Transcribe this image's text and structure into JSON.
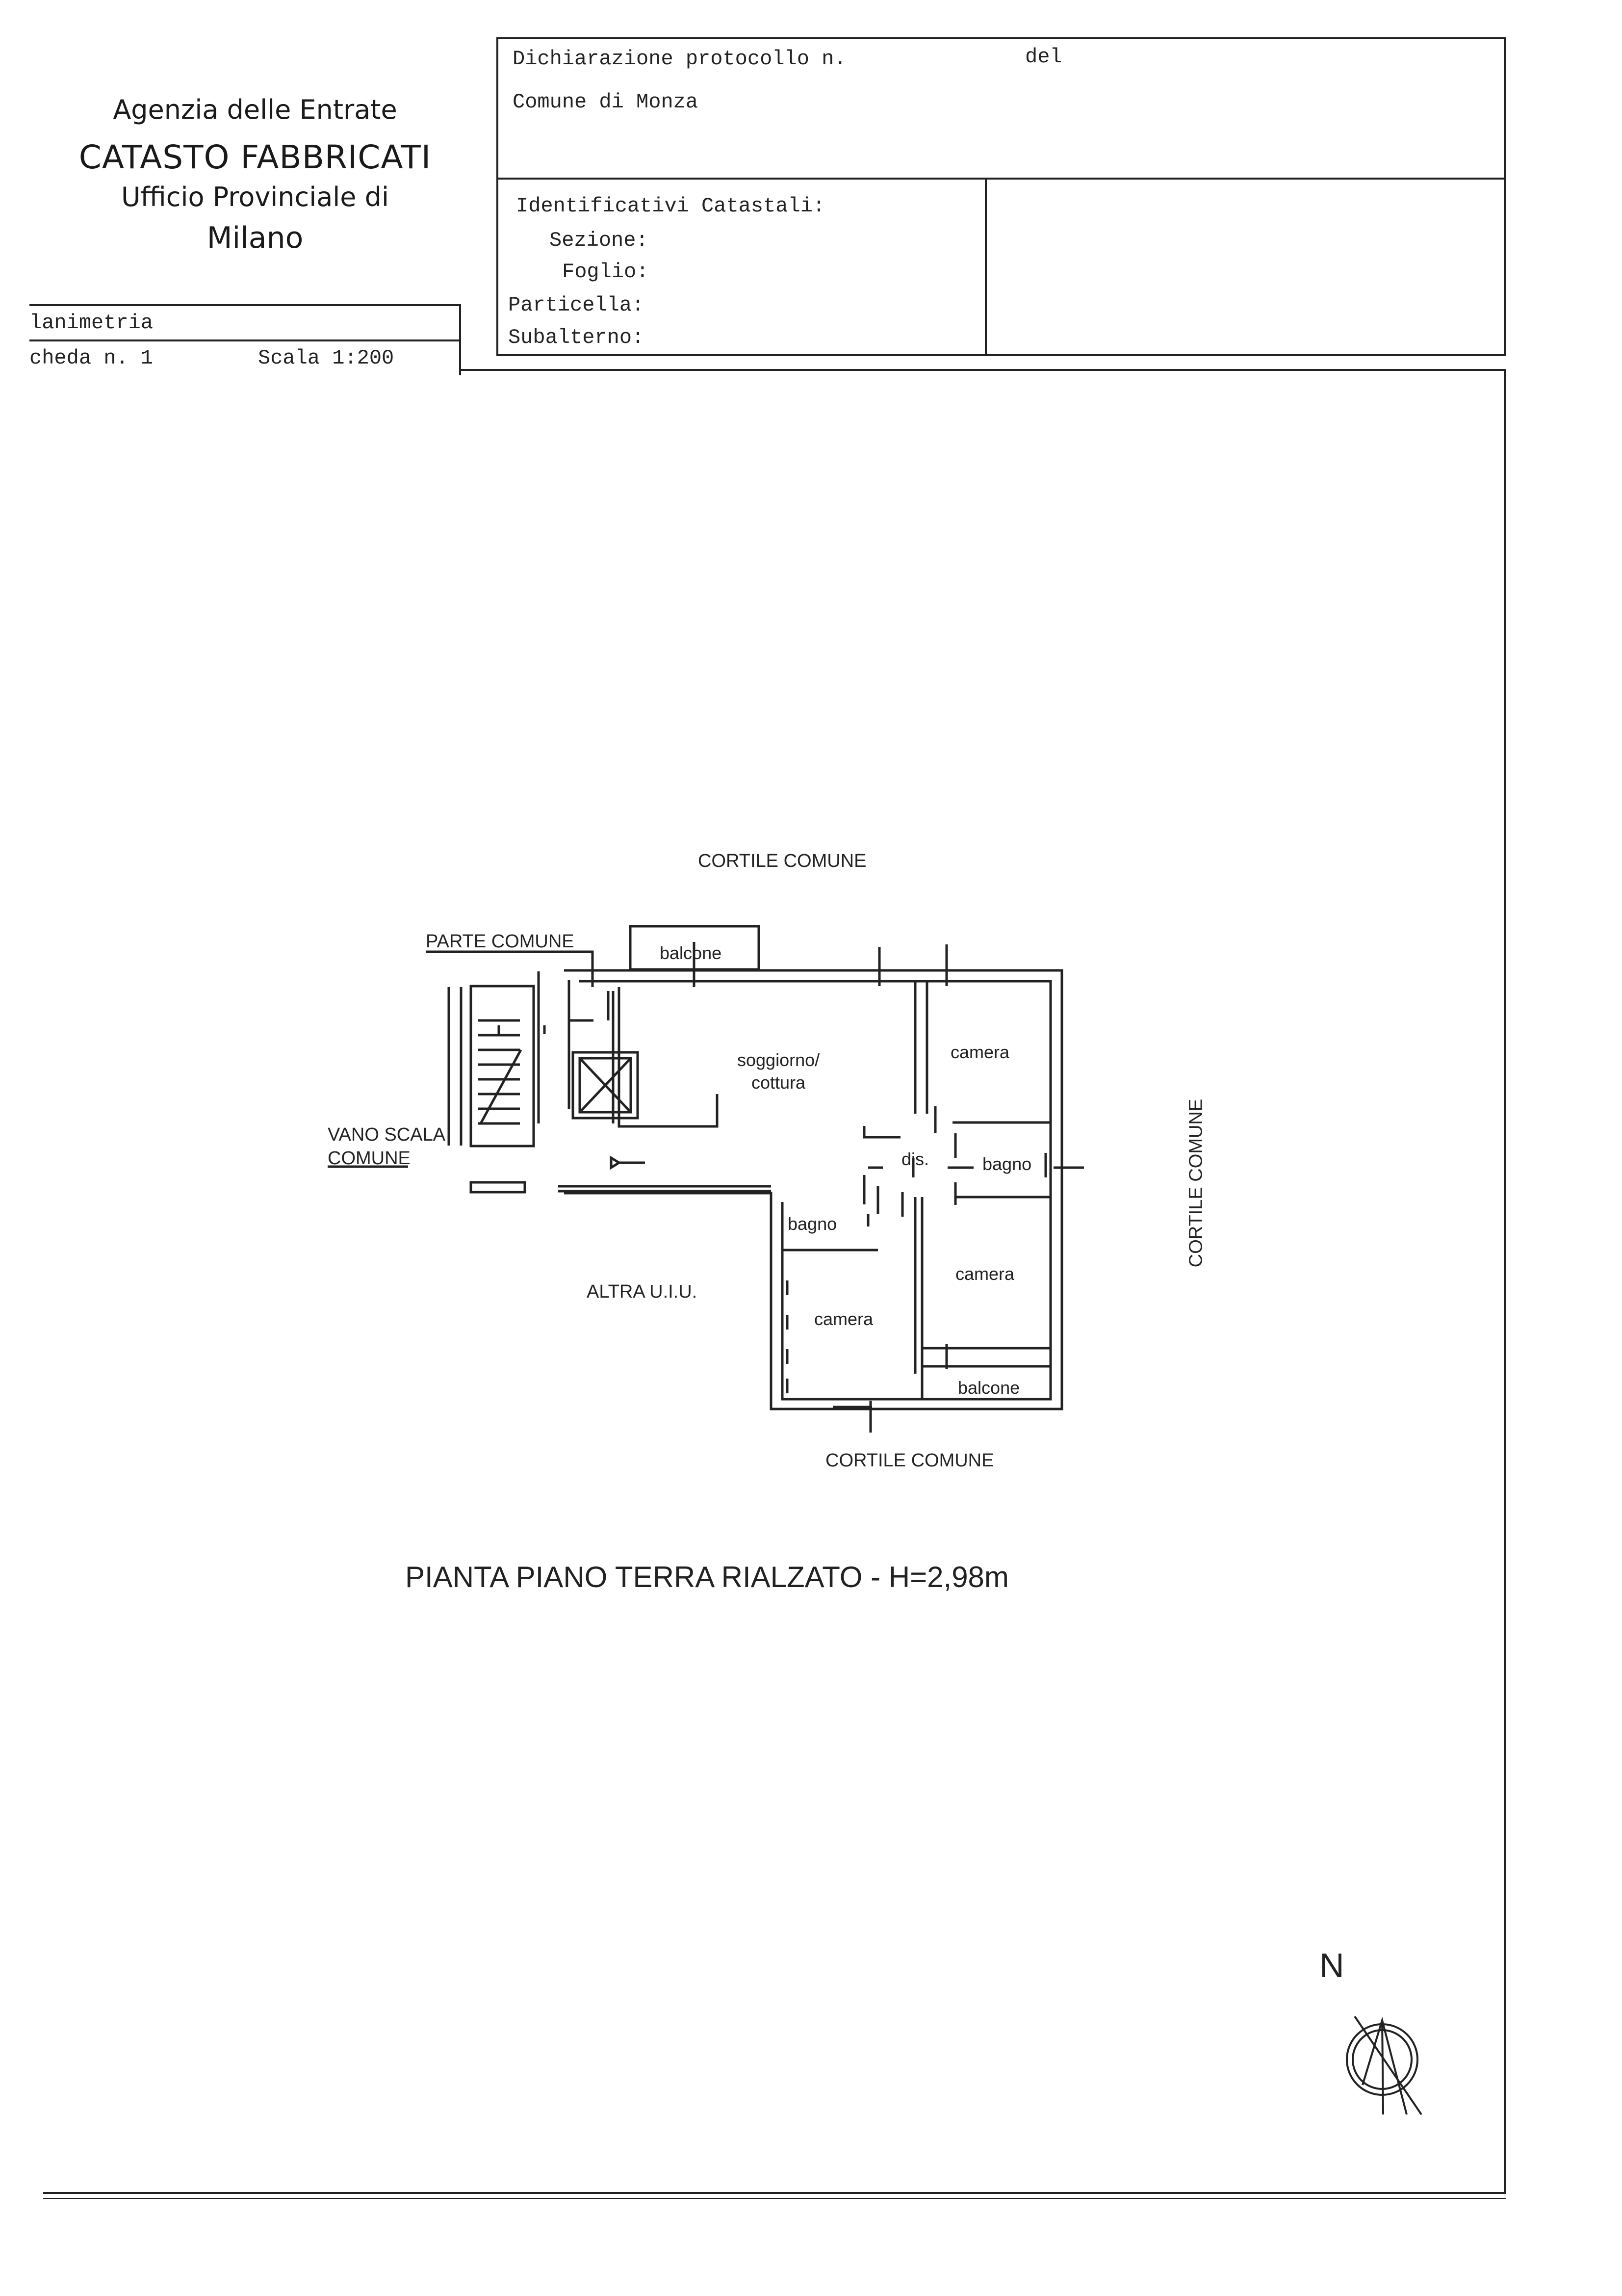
{
  "header": {
    "agency_line1": "Agenzia delle Entrate",
    "agency_line2": "CATASTO FABBRICATI",
    "agency_line3": "Ufficio Provinciale di",
    "agency_line4": "Milano"
  },
  "doc_info": {
    "planimetria_label": "lanimetria",
    "scheda_label": "cheda n. 1",
    "scala_label": "Scala 1:200"
  },
  "declaration": {
    "protocollo_label": "Dichiarazione protocollo n.",
    "del_label": "del",
    "comune_label": "Comune di Monza"
  },
  "identifiers": {
    "title": "Identificativi Catastali:",
    "sezione": "Sezione:",
    "foglio": "Foglio:",
    "particella": "Particella:",
    "subalterno": "Subalterno:"
  },
  "plan": {
    "cortile_top": "CORTILE COMUNE",
    "cortile_bottom": "CORTILE COMUNE",
    "cortile_right": "CORTILE COMUNE",
    "parte_comune": "PARTE COMUNE",
    "vano_scala_1": "VANO SCALA",
    "vano_scala_2": "COMUNE",
    "altra_uiu": "ALTRA U.I.U.",
    "rooms": {
      "balcone_top": "balcone",
      "soggiorno_1": "soggiorno/",
      "soggiorno_2": "cottura",
      "camera_top": "camera",
      "dis": "dis.",
      "bagno_right": "bagno",
      "bagno_left": "bagno",
      "camera_right": "camera",
      "camera_left": "camera",
      "balcone_bottom": "balcone"
    }
  },
  "plan_title": "PIANTA PIANO TERRA RIALZATO - H=2,98m",
  "north_label": "N"
}
